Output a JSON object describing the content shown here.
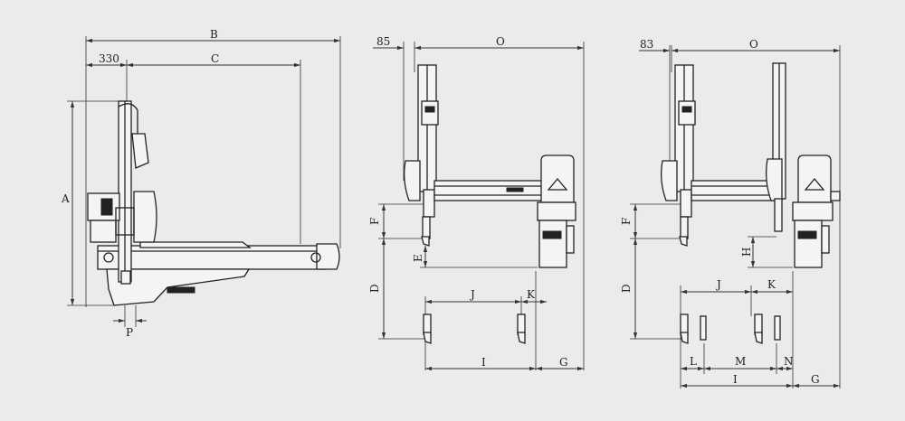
{
  "colors": {
    "background": "#ebebeb",
    "line": "#222222"
  },
  "side_view": {
    "labels": {
      "B": "B",
      "C": "C",
      "dim_330": "330",
      "A": "A",
      "P": "P"
    }
  },
  "front_view_single": {
    "labels": {
      "dim_85": "85",
      "O": "O",
      "F": "F",
      "E": "E",
      "D": "D",
      "J": "J",
      "K": "K",
      "I": "I",
      "G": "G"
    }
  },
  "front_view_double": {
    "labels": {
      "dim_83": "83",
      "O": "O",
      "F": "F",
      "H": "H",
      "D": "D",
      "J": "J",
      "K": "K",
      "L": "L",
      "M": "M",
      "N": "N",
      "I": "I",
      "G": "G"
    }
  }
}
